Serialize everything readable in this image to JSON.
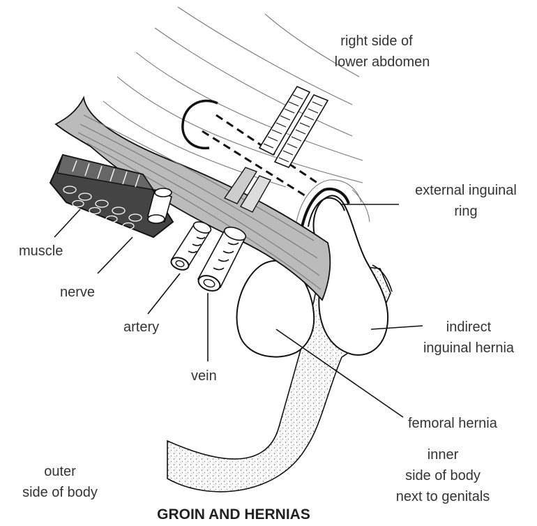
{
  "title": "GROIN AND HERNIAS",
  "labels": {
    "right_side": [
      "right side of",
      "lower abdomen"
    ],
    "external_ring": [
      "external inguinal",
      "ring"
    ],
    "muscle": "muscle",
    "nerve": "nerve",
    "artery": "artery",
    "vein": "vein",
    "indirect_hernia": [
      "indirect",
      "inguinal hernia"
    ],
    "femoral_hernia": "femoral hernia",
    "outer_side": [
      "outer",
      "side of body"
    ],
    "inner_side": [
      "inner",
      "side of body",
      "next to genitals"
    ]
  }
}
